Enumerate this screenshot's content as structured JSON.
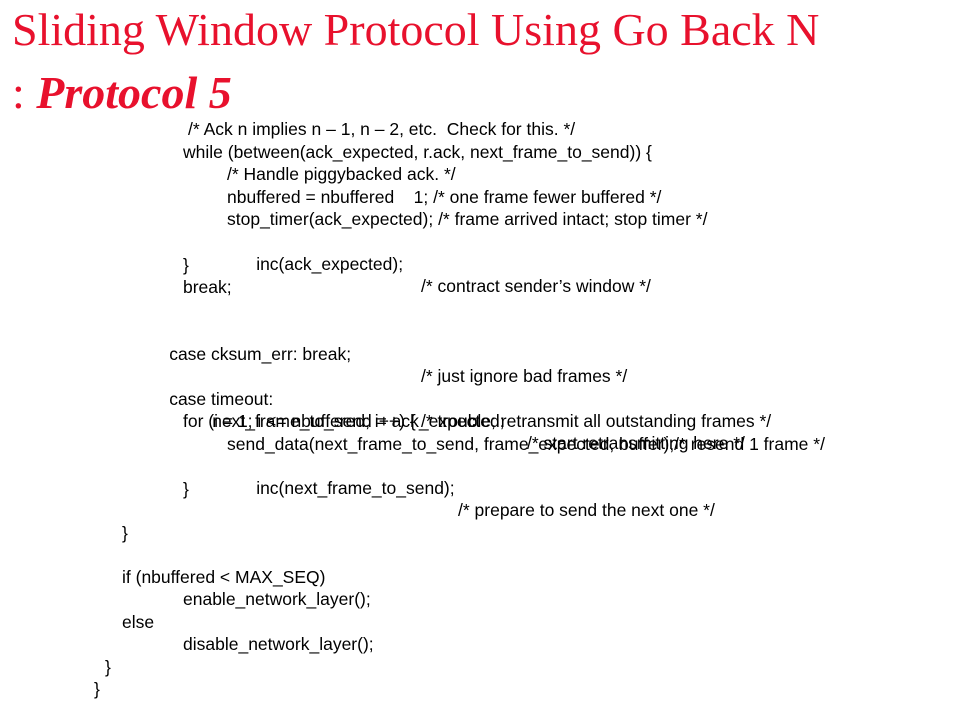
{
  "title": {
    "line1": "Sliding Window Protocol Using Go Back N",
    "line2_prefix": ": ",
    "line2_emph": "Protocol 5"
  },
  "code": {
    "lines": [
      {
        "text": "/* Ack n implies n – 1, n – 2, etc.  Check for this. */",
        "comment": ""
      },
      {
        "text": "while (between(ack_expected, r.ack, next_frame_to_send)) {",
        "comment": ""
      },
      {
        "text": "/* Handle piggybacked ack. */",
        "comment": ""
      },
      {
        "text": "nbuffered = nbuffered    1; /* one frame fewer buffered */",
        "comment": ""
      },
      {
        "text": "stop_timer(ack_expected); /* frame arrived intact; stop timer */",
        "comment": ""
      },
      {
        "text": "inc(ack_expected);",
        "comment": "/* contract sender’s window */"
      },
      {
        "text": "}",
        "comment": ""
      },
      {
        "text": "break;",
        "comment": ""
      },
      {
        "text": "",
        "comment": ""
      },
      {
        "text": "case cksum_err: break;",
        "comment": "/* just ignore bad frames */"
      },
      {
        "text": "",
        "comment": ""
      },
      {
        "text": "case timeout:",
        "comment": "/* trouble; retransmit all outstanding frames */"
      },
      {
        "text": "next_frame_to_send = ack_expected;",
        "comment": "/* start retransmitting here */"
      },
      {
        "text": "for (i = 1; i <= nbuffered; i++) {",
        "comment": ""
      },
      {
        "text": "send_data(next_frame_to_send, frame_expected, buffer);/* resend 1 frame */",
        "comment": ""
      },
      {
        "text": "inc(next_frame_to_send);",
        "comment": "/* prepare to send the next one */"
      },
      {
        "text": "}",
        "comment": ""
      },
      {
        "text": "",
        "comment": ""
      },
      {
        "text": "}",
        "comment": ""
      },
      {
        "text": "",
        "comment": ""
      },
      {
        "text": "if (nbuffered < MAX_SEQ)",
        "comment": ""
      },
      {
        "text": "enable_network_layer();",
        "comment": ""
      },
      {
        "text": "else",
        "comment": ""
      },
      {
        "text": "disable_network_layer();",
        "comment": ""
      },
      {
        "text": "}",
        "comment": ""
      },
      {
        "text": "}",
        "comment": ""
      }
    ]
  }
}
